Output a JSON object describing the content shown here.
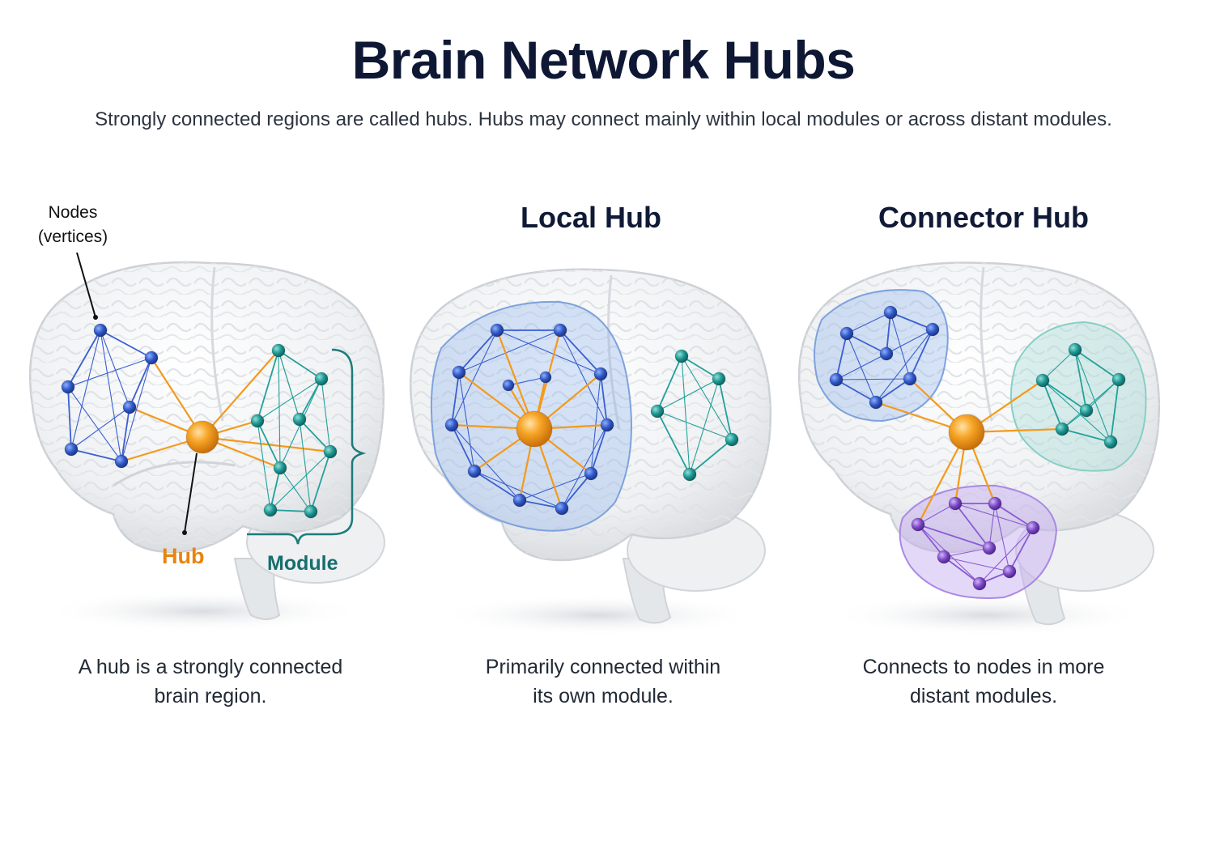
{
  "title": "Brain Network Hubs",
  "subtitle": "Strongly connected regions are called hubs. Hubs may connect mainly within local modules or across distant modules.",
  "panels": [
    {
      "heading": "",
      "labels": {
        "nodes_line1": "Nodes",
        "nodes_line2": "(vertices)",
        "hub": "Hub",
        "module": "Module"
      },
      "caption_line1": "A hub is a strongly connected",
      "caption_line2": "brain region."
    },
    {
      "heading": "Local Hub",
      "caption_line1": "Primarily connected within",
      "caption_line2": "its own module."
    },
    {
      "heading": "Connector Hub",
      "caption_line1": "Connects to nodes in more",
      "caption_line2": "distant modules."
    }
  ],
  "colors": {
    "hub": "#f39a1c",
    "blue_module": "#2f56c6",
    "teal_module": "#1b9490",
    "purple_module": "#7a48c4",
    "hub_label": "#e8840f",
    "module_label": "#176e6e"
  }
}
